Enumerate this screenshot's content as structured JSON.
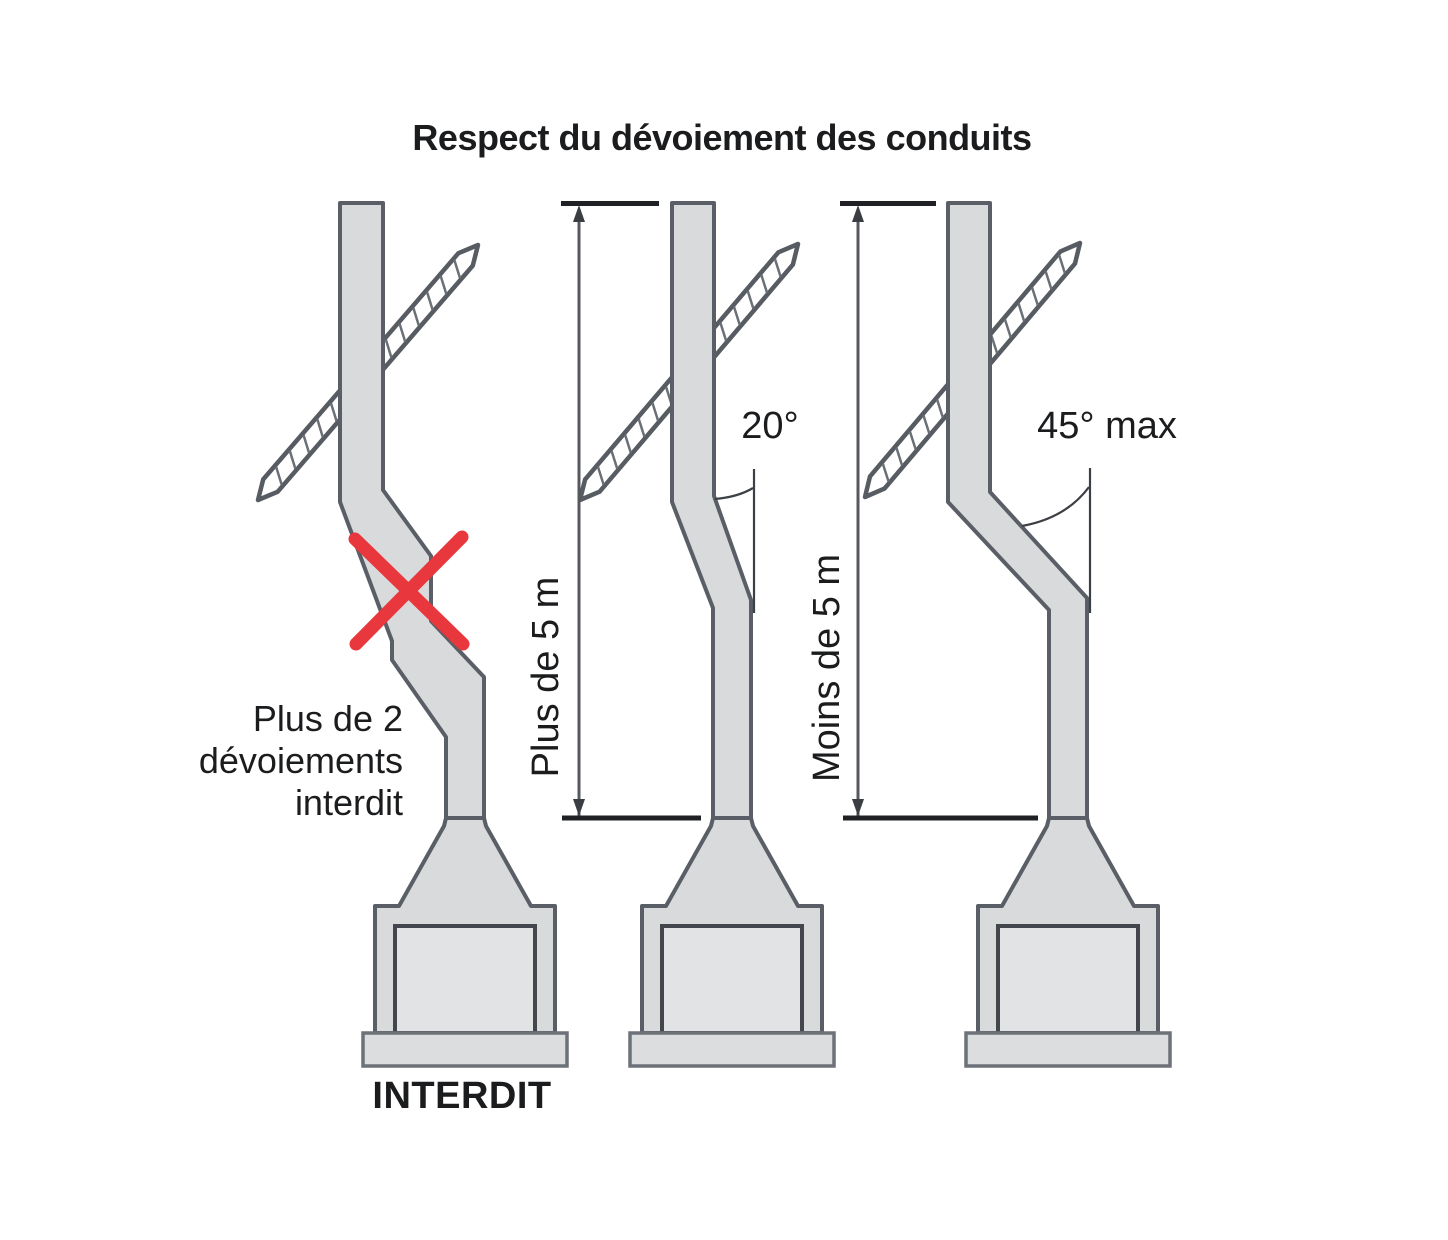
{
  "title": "Respect du dévoiement des conduits",
  "forbidden_diagram": {
    "note_line1": "Plus de 2",
    "note_line2": "dévoiements",
    "note_line3": "interdit",
    "verdict_label": "INTERDIT"
  },
  "deviation_20_diagram": {
    "angle_label": "20°",
    "height_label": "Plus de 5 m"
  },
  "deviation_45_diagram": {
    "angle_label": "45° max",
    "height_label": "Moins de 5 m"
  },
  "colors": {
    "forbidden_red": "#e8383d",
    "outline_gray": "#5a5e66",
    "flue_fill": "#d9dadb",
    "text_color": "#1b1c1e"
  }
}
